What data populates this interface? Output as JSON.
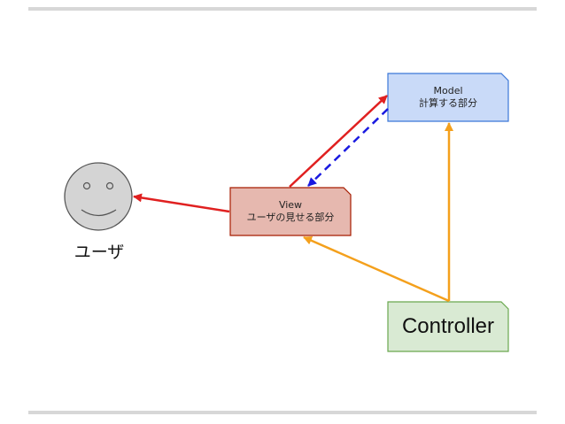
{
  "user": {
    "label": "ユーザ",
    "face_color": "#d4d4d4"
  },
  "model": {
    "title": "Model",
    "subtitle": "計算する部分",
    "fill": "#c9daf8",
    "stroke": "#3c78d8"
  },
  "view": {
    "title": "View",
    "subtitle": "ユーザの見せる部分",
    "fill": "#e6b8af",
    "stroke": "#a61c00"
  },
  "controller": {
    "title": "Controller",
    "fill": "#d9ead3",
    "stroke": "#6aa84f"
  },
  "colors": {
    "view_arrows": "#e02020",
    "model_to_view_dashed": "#1a1ae0",
    "controller_arrows": "#f4a01c",
    "rule": "#d7d7d7"
  }
}
